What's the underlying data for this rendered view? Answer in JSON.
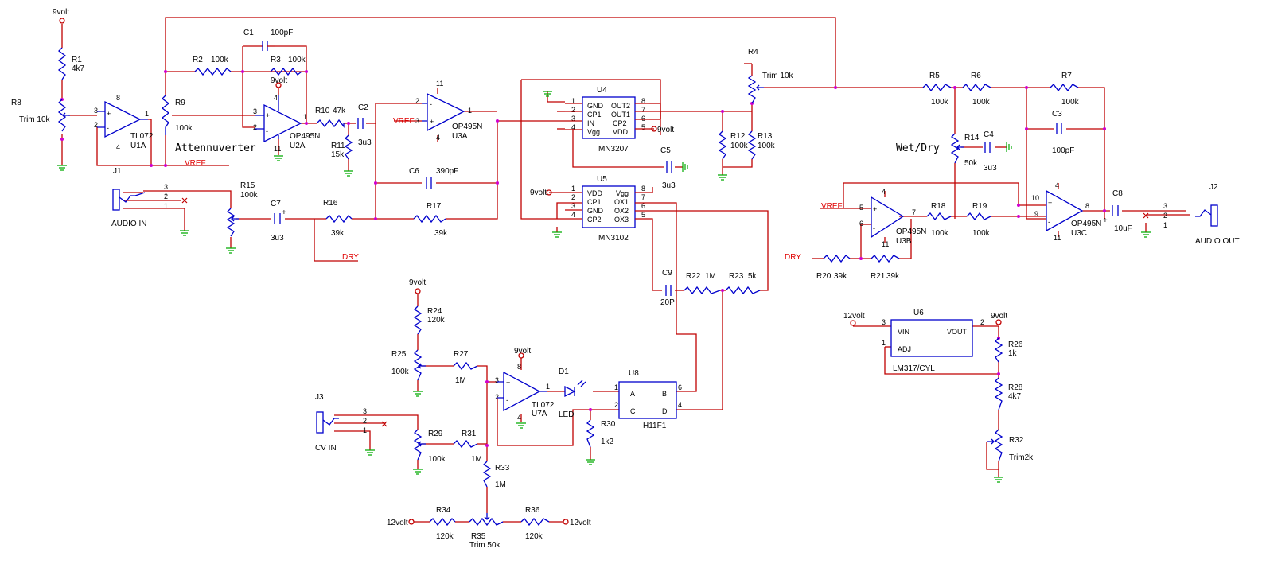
{
  "supplies": {
    "v9": "9volt",
    "v12": "12volt"
  },
  "nets": {
    "vref": "VREF",
    "dry": "DRY"
  },
  "titles": {
    "attenuverter": "Attennuverter",
    "wetdry": "Wet/Dry"
  },
  "resistors": {
    "r1": {
      "ref": "R1",
      "val": "4k7"
    },
    "r2": {
      "ref": "R2",
      "val": "100k"
    },
    "r3": {
      "ref": "R3",
      "val": "100k"
    },
    "r4": {
      "ref": "R4",
      "val": "Trim 10k"
    },
    "r5": {
      "ref": "R5",
      "val": "100k"
    },
    "r6": {
      "ref": "R6",
      "val": "100k"
    },
    "r7": {
      "ref": "R7",
      "val": "100k"
    },
    "r8": {
      "ref": "R8",
      "val": "Trim 10k"
    },
    "r9": {
      "ref": "R9",
      "val": "100k"
    },
    "r10": {
      "ref": "R10",
      "val": "47k"
    },
    "r11": {
      "ref": "R11",
      "val": "15k"
    },
    "r12": {
      "ref": "R12",
      "val": "100k"
    },
    "r13": {
      "ref": "R13",
      "val": "100k"
    },
    "r14": {
      "ref": "R14",
      "val": "50k"
    },
    "r15": {
      "ref": "R15",
      "val": "100k"
    },
    "r16": {
      "ref": "R16",
      "val": "39k"
    },
    "r17": {
      "ref": "R17",
      "val": "39k"
    },
    "r18": {
      "ref": "R18",
      "val": "100k"
    },
    "r19": {
      "ref": "R19",
      "val": "100k"
    },
    "r20": {
      "ref": "R20",
      "val": "39k"
    },
    "r21": {
      "ref": "R21",
      "val": "39k"
    },
    "r22": {
      "ref": "R22",
      "val": "1M"
    },
    "r23": {
      "ref": "R23",
      "val": "5k"
    },
    "r24": {
      "ref": "R24",
      "val": "120k"
    },
    "r25": {
      "ref": "R25",
      "val": "100k"
    },
    "r26": {
      "ref": "R26",
      "val": "1k"
    },
    "r27": {
      "ref": "R27",
      "val": "1M"
    },
    "r28": {
      "ref": "R28",
      "val": "4k7"
    },
    "r29": {
      "ref": "R29",
      "val": "100k"
    },
    "r30": {
      "ref": "R30",
      "val": "1k2"
    },
    "r31": {
      "ref": "R31",
      "val": "1M"
    },
    "r32": {
      "ref": "R32",
      "val": "Trim2k"
    },
    "r33": {
      "ref": "R33",
      "val": "1M"
    },
    "r34": {
      "ref": "R34",
      "val": "120k"
    },
    "r35": {
      "ref": "R35",
      "val": "Trim 50k"
    },
    "r36": {
      "ref": "R36",
      "val": "120k"
    }
  },
  "capacitors": {
    "c1": {
      "ref": "C1",
      "val": "100pF"
    },
    "c2": {
      "ref": "C2",
      "val": "3u3"
    },
    "c3": {
      "ref": "C3",
      "val": "100pF"
    },
    "c4": {
      "ref": "C4",
      "val": "3u3"
    },
    "c5": {
      "ref": "C5",
      "val": "3u3"
    },
    "c6": {
      "ref": "C6",
      "val": "390pF"
    },
    "c7": {
      "ref": "C7",
      "val": "3u3"
    },
    "c8": {
      "ref": "C8",
      "val": "10uF"
    },
    "c9": {
      "ref": "C9",
      "val": "20P"
    }
  },
  "opamps": {
    "u1a": {
      "part": "TL072",
      "ref": "U1A"
    },
    "u2a": {
      "part": "OP495N",
      "ref": "U2A"
    },
    "u3a": {
      "part": "OP495N",
      "ref": "U3A"
    },
    "u3b": {
      "part": "OP495N",
      "ref": "U3B"
    },
    "u3c": {
      "part": "OP495N",
      "ref": "U3C"
    },
    "u7a": {
      "part": "TL072",
      "ref": "U7A"
    }
  },
  "ics": {
    "u4": {
      "ref": "U4",
      "part": "MN3207",
      "left": [
        "GND",
        "CP1",
        "IN",
        "Vgg"
      ],
      "right": [
        "OUT2",
        "OUT1",
        "CP2",
        "VDD"
      ]
    },
    "u5": {
      "ref": "U5",
      "part": "MN3102",
      "left": [
        "VDD",
        "CP1",
        "GND",
        "CP2"
      ],
      "right": [
        "Vgg",
        "OX1",
        "OX2",
        "OX3"
      ]
    },
    "u6": {
      "ref": "U6",
      "part": "LM317/CYL",
      "vin": "VIN",
      "vout": "VOUT",
      "adj": "ADJ"
    },
    "u8": {
      "ref": "U8",
      "part": "H11F1",
      "pins": [
        "A",
        "B",
        "C",
        "D"
      ]
    }
  },
  "diode": {
    "ref": "D1",
    "val": "LED"
  },
  "connectors": {
    "j1": {
      "ref": "J1"
    },
    "j2": {
      "ref": "J2",
      "label": "AUDIO OUT"
    },
    "j3": {
      "ref": "J3",
      "label": "CV IN"
    },
    "audio_in": {
      "label": "AUDIO IN"
    }
  }
}
